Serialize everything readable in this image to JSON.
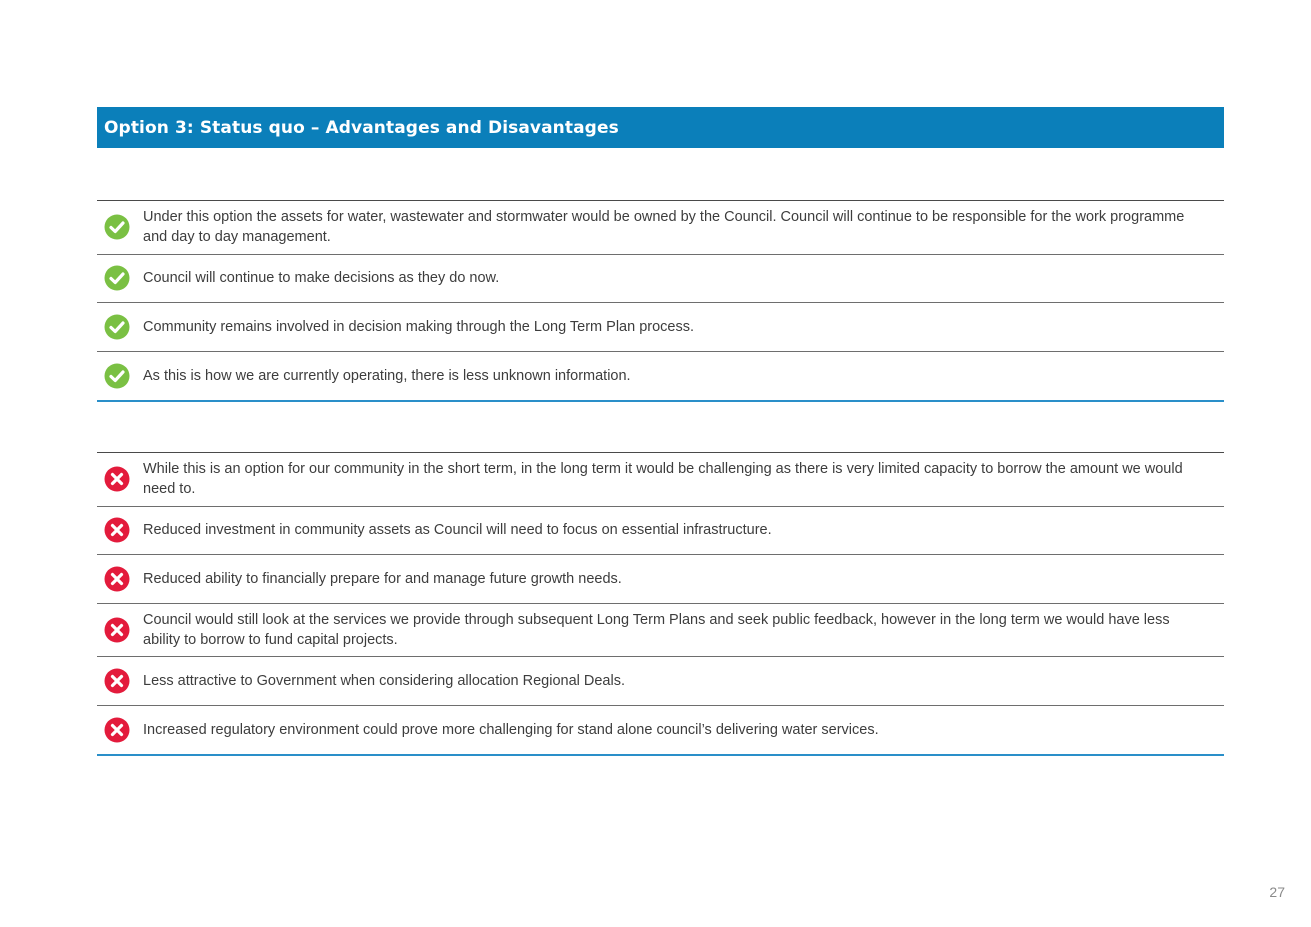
{
  "banner": {
    "title": "Option 3: Status quo – Advantages and Disavantages"
  },
  "colors": {
    "banner": "#0b7fba",
    "advantage_icon": "#7ac043",
    "disadvantage_icon": "#e31b3c",
    "section_rule": "#2a8fc9"
  },
  "advantages": [
    {
      "icon": "check-circle-icon",
      "text": "Under this option the assets for water,  wastewater and stormwater would be owned by the Council. Council will continue to be responsible for the work programme and day to day management."
    },
    {
      "icon": "check-circle-icon",
      "text": "Council will continue to make decisions as they do now."
    },
    {
      "icon": "check-circle-icon",
      "text": "Community remains involved in decision making through the Long Term Plan process."
    },
    {
      "icon": "check-circle-icon",
      "text": "As this is how we are currently operating, there is less unknown information."
    }
  ],
  "disadvantages": [
    {
      "icon": "cross-circle-icon",
      "text": "While this is an option for our community in the short term, in the long term it would be challenging as there is very limited capacity to borrow the amount we would need to."
    },
    {
      "icon": "cross-circle-icon",
      "text": "Reduced investment in community assets as Council will need to focus on essential infrastructure."
    },
    {
      "icon": "cross-circle-icon",
      "text": "Reduced ability to financially prepare for and manage future growth needs."
    },
    {
      "icon": "cross-circle-icon",
      "text": "Council would still look at the services we provide through subsequent Long Term Plans and seek public feedback, however in the long term we would have less ability to borrow to fund capital projects."
    },
    {
      "icon": "cross-circle-icon",
      "text": "Less attractive to Government when considering allocation Regional Deals."
    },
    {
      "icon": "cross-circle-icon",
      "text": "Increased regulatory environment could prove more challenging for stand alone council’s delivering water services."
    }
  ],
  "footer": {
    "page_number": "27"
  }
}
